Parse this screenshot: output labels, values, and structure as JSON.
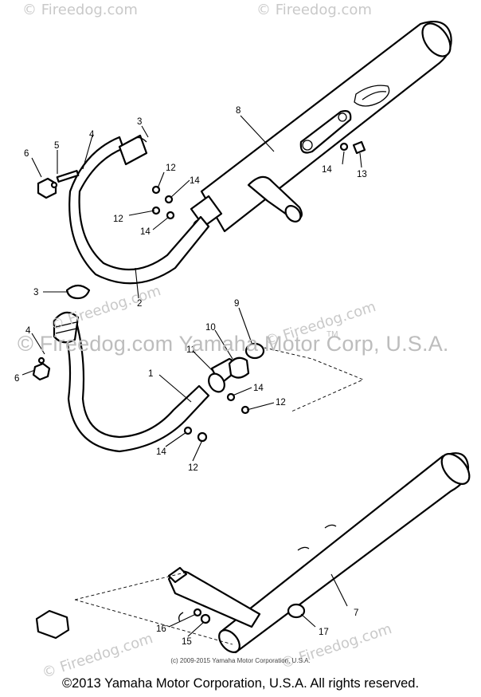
{
  "watermarks": {
    "site_repeat": "© Fireedog.com",
    "center": "© Fireedog.com   Yamaha Motor Corp, U.S.A.",
    "tm": "TM"
  },
  "callouts": [
    "1",
    "2",
    "3",
    "3",
    "4",
    "4",
    "5",
    "6",
    "6",
    "7",
    "8",
    "9",
    "10",
    "11",
    "12",
    "12",
    "12",
    "12",
    "13",
    "14",
    "14",
    "14",
    "14",
    "14",
    "15",
    "16",
    "17"
  ],
  "copyright_small": "(c) 2009-2015 Yamaha Motor Corporation, U.S.A.",
  "footer": "©2013 Yamaha Motor Corporation, U.S.A. All rights reserved.",
  "colors": {
    "ink": "#000000",
    "watermark": "#c0c0c0",
    "background": "#ffffff"
  }
}
